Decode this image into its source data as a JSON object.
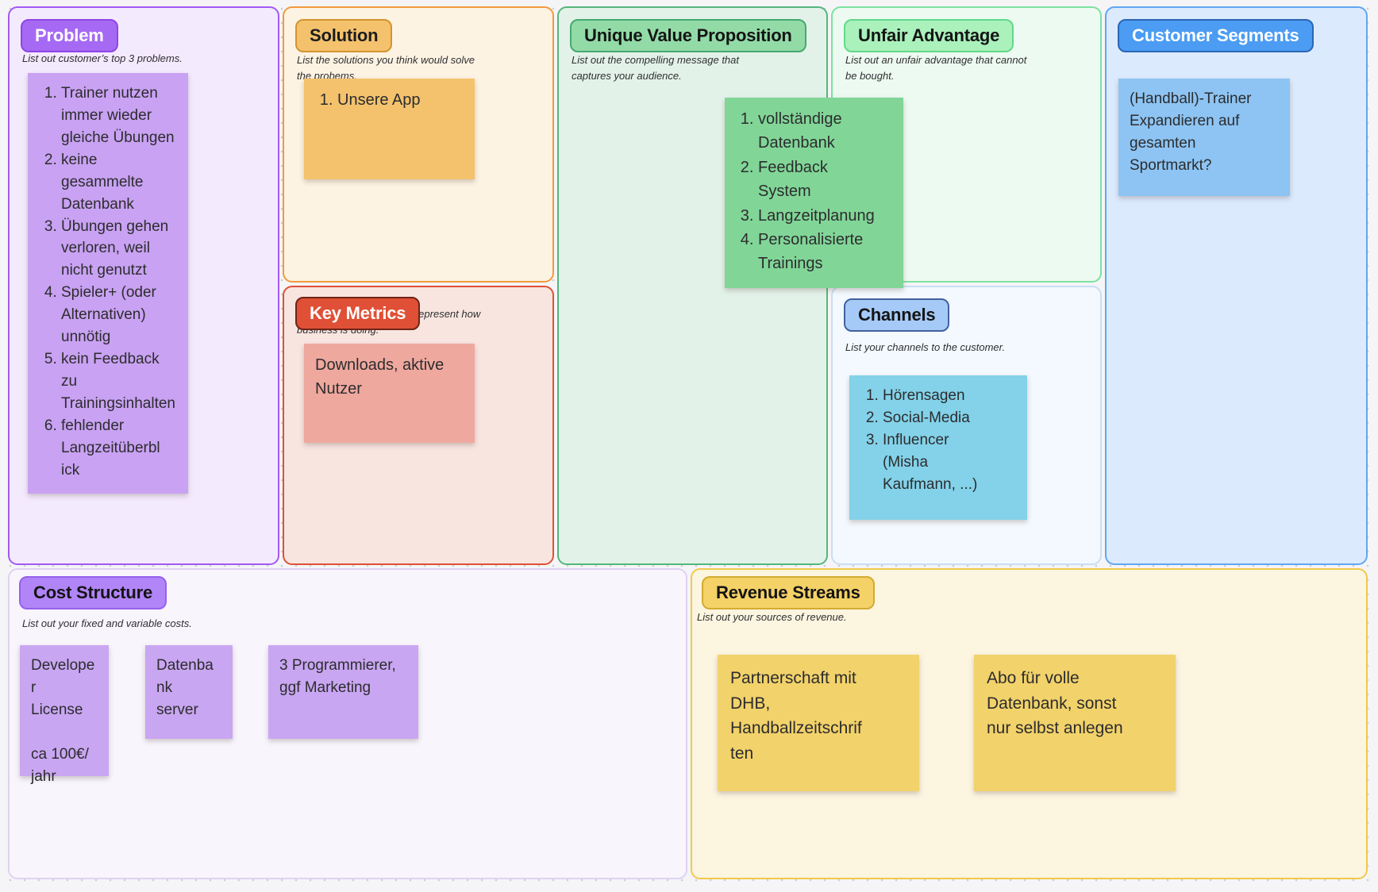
{
  "canvas": {
    "background": "#f5f5f7",
    "dot_color": "#cdced3"
  },
  "sections": {
    "problem": {
      "title": "Problem",
      "subtitle": "List out customer’s top 3 problems.",
      "colors": {
        "panel_bg": "#f4eafe",
        "panel_border": "#a259f2",
        "pill_bg": "#a669f3",
        "pill_border": "#8f46e6",
        "pill_text": "#ffffff"
      }
    },
    "solution": {
      "title": "Solution",
      "subtitle": "List the solutions you think would solve the probems.",
      "colors": {
        "panel_bg": "#fdf3e2",
        "panel_border": "#f19a3e",
        "pill_bg": "#f4c26d",
        "pill_border": "#d1952f",
        "pill_text": "#1c1c1e"
      }
    },
    "key_metrics": {
      "title": "Key Metrics",
      "subtitle": "List the key numbers that represent how business is doing.",
      "colors": {
        "panel_bg": "#f8e5e0",
        "panel_border": "#df5036",
        "pill_bg": "#df5036",
        "pill_border": "#6e2416",
        "pill_text": "#ffffff"
      }
    },
    "uvp": {
      "title": "Unique Value Proposition",
      "subtitle": "List out the compelling message that captures your audience.",
      "colors": {
        "panel_bg": "#e3f2e9",
        "panel_border": "#54b67c",
        "pill_bg": "#92dba7",
        "pill_border": "#46a96e",
        "pill_text": "#141414"
      }
    },
    "unfair_advantage": {
      "title": "Unfair Advantage",
      "subtitle": "List out an unfair advantage that cannot be bought.",
      "colors": {
        "panel_bg": "#edfaf1",
        "panel_border": "#7ce2a0",
        "pill_bg": "#aaf1bc",
        "pill_border": "#62d88a",
        "pill_text": "#141414"
      }
    },
    "channels": {
      "title": "Channels",
      "subtitle": "List your channels to the customer.",
      "colors": {
        "panel_bg": "#f3f9fe",
        "panel_border": "#c8def4",
        "pill_bg": "#a5caf8",
        "pill_border": "#43619c",
        "pill_text": "#141414"
      }
    },
    "customer_segments": {
      "title": "Customer Segments",
      "subtitle": "",
      "colors": {
        "panel_bg": "#dbeafd",
        "panel_border": "#62a7f0",
        "pill_bg": "#4b9cf2",
        "pill_border": "#2b66b4",
        "pill_text": "#ffffff"
      }
    },
    "cost_structure": {
      "title": "Cost Structure",
      "subtitle": "List out your fixed and variable costs.",
      "colors": {
        "panel_bg": "#f8f5fd",
        "panel_border": "#ded2f2",
        "pill_bg": "#b185f8",
        "pill_border": "#9660ec",
        "pill_text": "#141414"
      }
    },
    "revenue_streams": {
      "title": "Revenue Streams",
      "subtitle": "List out your sources of revenue.",
      "colors": {
        "panel_bg": "#fcf5e0",
        "panel_border": "#f1c94d",
        "pill_bg": "#f5d267",
        "pill_border": "#d2ab31",
        "pill_text": "#141414"
      }
    }
  },
  "stickies": {
    "problem": {
      "color": "#c9a2f3",
      "items": [
        "Trainer nutzen\nimmer wieder\ngleiche Übungen",
        "keine\ngesammelte\nDatenbank",
        "Übungen gehen\nverloren, weil\nnicht genutzt",
        "Spieler+ (oder\nAlternativen)\nunnötig",
        "kein Feedback\nzu\nTrainingsinhalten",
        "fehlender\nLangzeitüberbl\nick"
      ]
    },
    "solution": {
      "color": "#f4c26d",
      "items": [
        "Unsere App"
      ]
    },
    "key_metrics": {
      "color": "#efa89e",
      "text": "Downloads, aktive\nNutzer"
    },
    "uvp": {
      "color": "#81d697",
      "items": [
        "vollständige\nDatenbank",
        "Feedback\nSystem",
        "Langzeitplanung",
        "Personalisierte\nTrainings"
      ]
    },
    "channels": {
      "color": "#83d2e9",
      "items": [
        "Hörensagen",
        "Social-Media",
        "Influencer\n(Misha\nKaufmann, ...)"
      ]
    },
    "customer_segments": {
      "color": "#8dc4f3",
      "text": "(Handball)-Trainer\nExpandieren auf\ngesamten\nSportmarkt?"
    },
    "cost_1": {
      "color": "#c9a6f2",
      "text": "Developer\nLicense\n\nca 100€/\njahr"
    },
    "cost_2": {
      "color": "#c9a6f2",
      "text": "Datenbank\nserver"
    },
    "cost_3": {
      "color": "#c9a6f2",
      "text": "3 Programmierer,\nggf Marketing"
    },
    "revenue_1": {
      "color": "#f2d26a",
      "text": "Partnerschaft mit\nDHB,\nHandballzeitschrif\nten"
    },
    "revenue_2": {
      "color": "#f2d26a",
      "text": "Abo für volle\nDatenbank, sonst\nnur selbst anlegen"
    }
  }
}
